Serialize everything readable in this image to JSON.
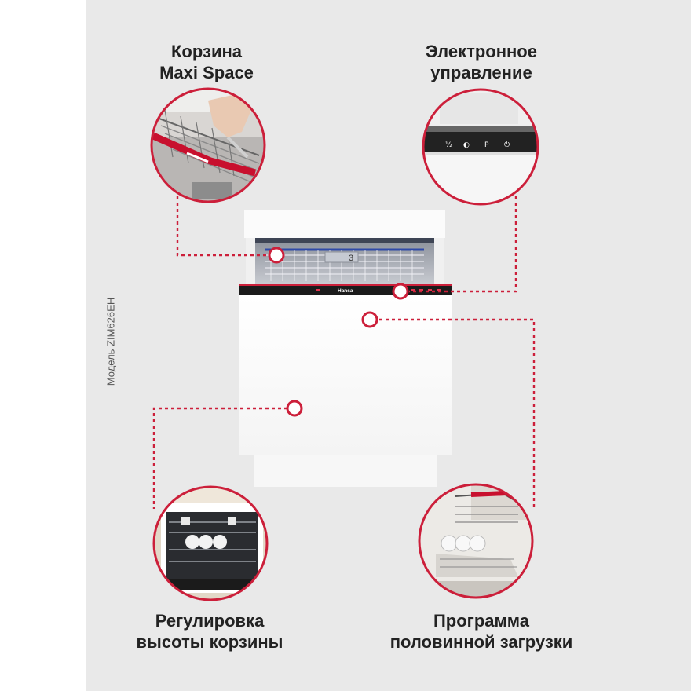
{
  "model_label": "Модель ZIM626EH",
  "features": [
    {
      "id": "basket",
      "label": "Корзина\nMaxi Space"
    },
    {
      "id": "control",
      "label": "Электронное\nуправление"
    },
    {
      "id": "height",
      "label": "Регулировка\nвысоты корзины"
    },
    {
      "id": "half-load",
      "label": "Программа\nполовинной загрузки"
    }
  ],
  "control_panel": {
    "brand": "Hansa",
    "buttons": [
      "½",
      "◐",
      "P",
      "⏻"
    ]
  },
  "display_text": "3",
  "colors": {
    "accent": "#cc1f3a",
    "panel_bg": "#e9e9e9",
    "appliance_white": "#ffffff",
    "control_black": "#1b1b1b"
  }
}
